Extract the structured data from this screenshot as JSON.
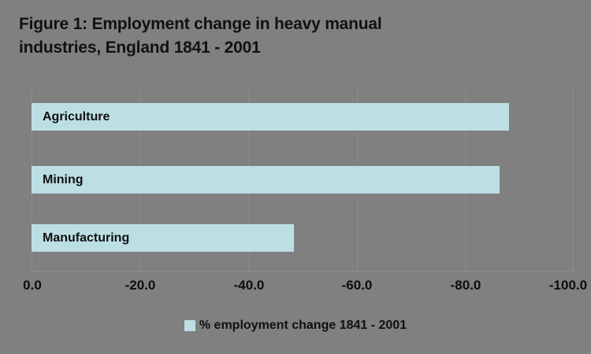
{
  "chart_data": {
    "type": "bar",
    "orientation": "horizontal",
    "title": "Figure 1: Employment change in heavy manual industries, England 1841 - 2001",
    "title_lines": [
      "Figure 1: Employment change in heavy manual",
      "industries, England 1841 - 2001"
    ],
    "categories": [
      "Agriculture",
      "Mining",
      "Manufacturing"
    ],
    "values": [
      -88.0,
      -86.0,
      -48.0
    ],
    "series": [
      {
        "name": "% employment change 1841 - 2001",
        "values": [
          -88.0,
          -86.0,
          -48.0
        ],
        "color": "#bcdfe3"
      }
    ],
    "xlabel": "",
    "ylabel": "",
    "xlim": [
      0.0,
      -100.0
    ],
    "xticks": [
      "0.0",
      "-20.0",
      "-40.0",
      "-60.0",
      "-80.0",
      "-100.0"
    ],
    "xtick_values": [
      0,
      -20,
      -40,
      -60,
      -80,
      -100
    ],
    "grid": "vertical",
    "legend": {
      "position": "bottom",
      "entries": [
        {
          "label": "% employment change 1841 - 2001",
          "color": "#bcdfe3"
        }
      ]
    },
    "colors": {
      "background": "#808080",
      "bar": "#bcdfe3",
      "text": "#101010",
      "gridline": "#8a8a8a"
    }
  },
  "legend_label": "% employment change 1841 - 2001"
}
